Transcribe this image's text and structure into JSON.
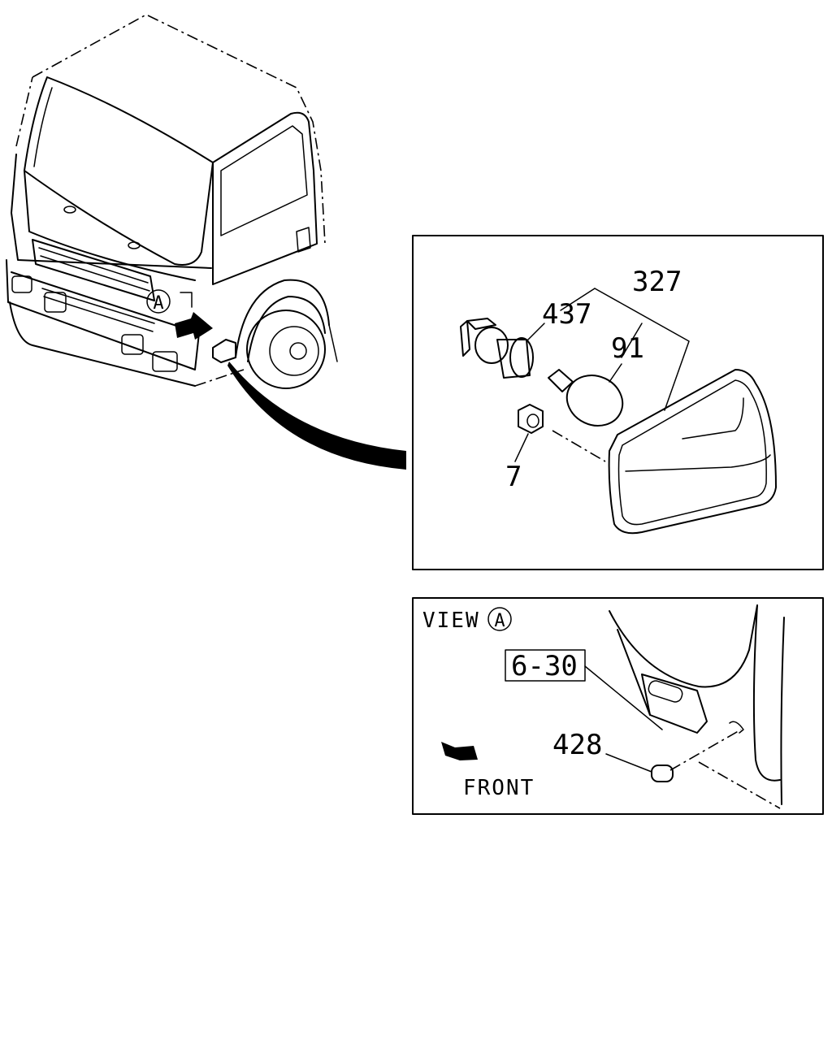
{
  "callouts": {
    "assembly": "327",
    "socket": "437",
    "bulb": "91",
    "nut": "7",
    "grommet": "428",
    "reference": "6-30",
    "view_marker": "A"
  },
  "view_panel": {
    "title": "VIEW",
    "marker": "A",
    "front_label": "FRONT"
  }
}
